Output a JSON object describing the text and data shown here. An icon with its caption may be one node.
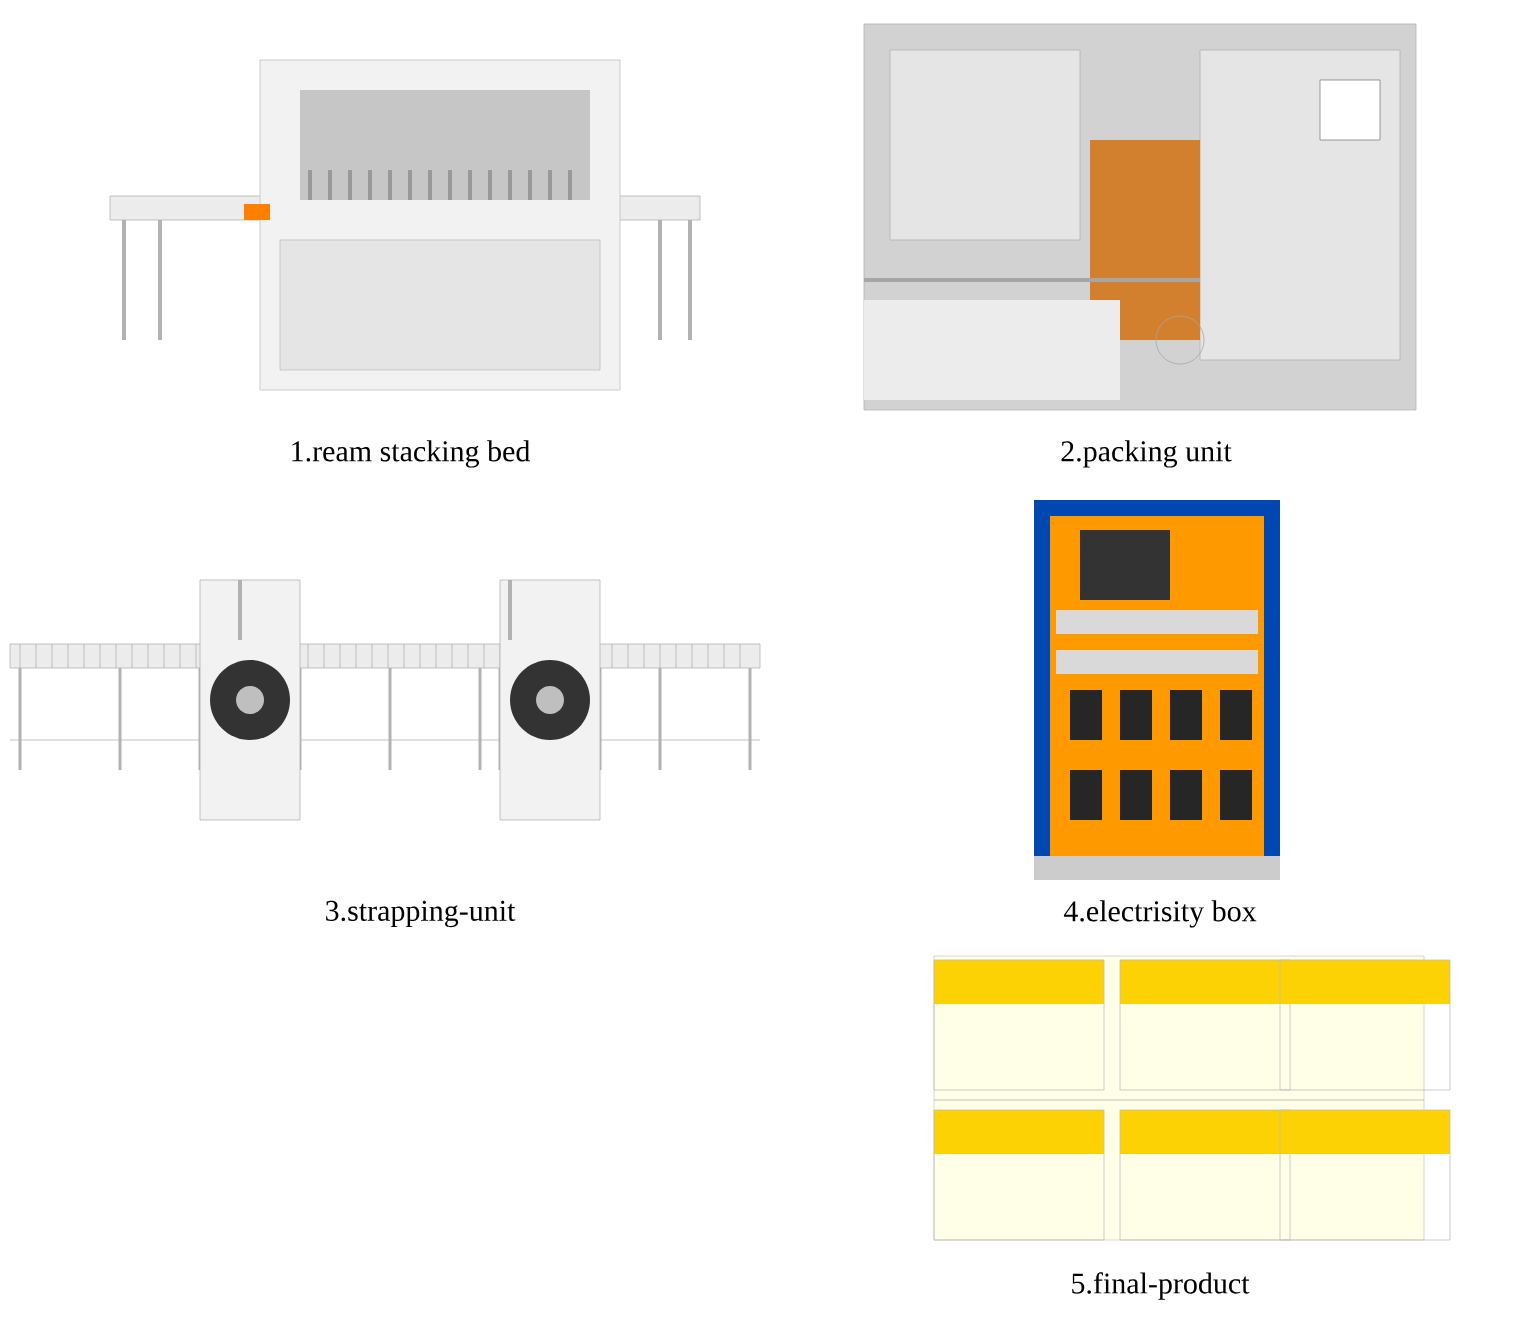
{
  "diagram": {
    "labels": [
      "1.ream stacking bed",
      "2.packing unit",
      "3.strapping-unit",
      "4.electrisity box",
      "5.final-product"
    ]
  }
}
